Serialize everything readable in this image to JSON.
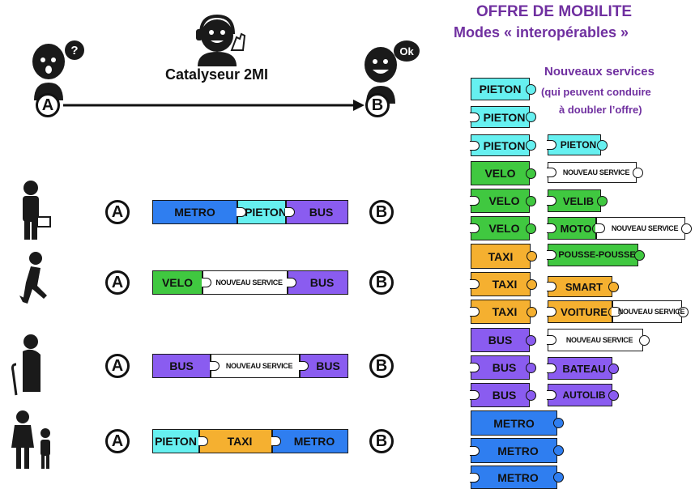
{
  "header": {
    "title1": "OFFRE DE MOBILITE",
    "title2": "Modes  « interopérables »",
    "new_services_title": "Nouveaux services",
    "new_services_sub1": "(qui peuvent conduire",
    "new_services_sub2": "à doubler l’offre)"
  },
  "catalyst": {
    "label": "Catalyseur 2MI",
    "bubble_q": "?",
    "bubble_ok": "Ok"
  },
  "nodes": {
    "a": "A",
    "b": "B"
  },
  "colors": {
    "pieton": "#66f0f0",
    "velo": "#40c840",
    "taxi": "#f5b030",
    "bus": "#8a5cf0",
    "metro": "#2f7ef0",
    "new": "#ffffff",
    "title": "#7030a0"
  },
  "journeys": [
    {
      "person": "man-with-briefcase-icon",
      "segments": [
        {
          "label": "METRO",
          "mode": "metro"
        },
        {
          "label": "PIETON",
          "mode": "pieton"
        },
        {
          "label": "BUS",
          "mode": "bus"
        }
      ]
    },
    {
      "person": "running-person-icon",
      "segments": [
        {
          "label": "VELO",
          "mode": "velo"
        },
        {
          "label": "NOUVEAU SERVICE",
          "mode": "new"
        },
        {
          "label": "BUS",
          "mode": "bus"
        }
      ]
    },
    {
      "person": "elderly-person-icon",
      "segments": [
        {
          "label": "BUS",
          "mode": "bus"
        },
        {
          "label": "NOUVEAU SERVICE",
          "mode": "new"
        },
        {
          "label": "BUS",
          "mode": "bus"
        }
      ]
    },
    {
      "person": "parent-and-child-icon",
      "segments": [
        {
          "label": "PIETON",
          "mode": "pieton"
        },
        {
          "label": "TAXI",
          "mode": "taxi"
        },
        {
          "label": "METRO",
          "mode": "metro"
        }
      ]
    }
  ],
  "modes_column": [
    {
      "label": "PIETON",
      "mode": "pieton"
    },
    {
      "label": "PIETON",
      "mode": "pieton"
    },
    {
      "label": "PIETON",
      "mode": "pieton"
    },
    {
      "label": "VELO",
      "mode": "velo"
    },
    {
      "label": "VELO",
      "mode": "velo"
    },
    {
      "label": "VELO",
      "mode": "velo"
    },
    {
      "label": "TAXI",
      "mode": "taxi"
    },
    {
      "label": "TAXI",
      "mode": "taxi"
    },
    {
      "label": "TAXI",
      "mode": "taxi"
    },
    {
      "label": "BUS",
      "mode": "bus"
    },
    {
      "label": "BUS",
      "mode": "bus"
    },
    {
      "label": "BUS",
      "mode": "bus"
    },
    {
      "label": "METRO",
      "mode": "metro"
    },
    {
      "label": "METRO",
      "mode": "metro"
    },
    {
      "label": "METRO",
      "mode": "metro"
    }
  ],
  "new_services_column": [
    {
      "label": "PIETON",
      "mode": "pieton"
    },
    {
      "label": "NOUVEAU SERVICE",
      "mode": "new"
    },
    {
      "label": "VELIB",
      "mode": "velo"
    },
    {
      "label": "MOTO",
      "mode": "velo"
    },
    {
      "label": "NOUVEAU SERVICE",
      "mode": "new"
    },
    {
      "label": "POUSSE-POUSSE",
      "mode": "velo"
    },
    {
      "label": "SMART",
      "mode": "taxi"
    },
    {
      "label": "VOITURE",
      "mode": "taxi"
    },
    {
      "label": "NOUVEAU SERVICE",
      "mode": "new"
    },
    {
      "label": "NOUVEAU SERVICE",
      "mode": "new"
    },
    {
      "label": "BATEAU",
      "mode": "bus"
    },
    {
      "label": "AUTOLIB",
      "mode": "bus"
    }
  ]
}
